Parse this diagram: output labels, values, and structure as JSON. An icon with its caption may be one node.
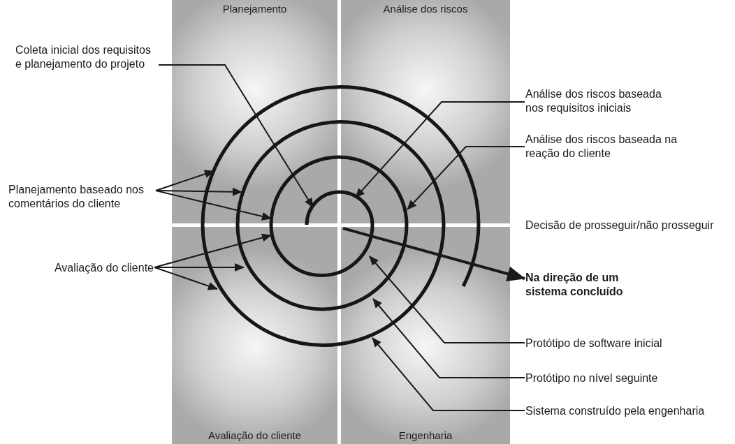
{
  "diagram": {
    "nodes": [
      {
        "text": [
          "Planejamento"
        ]
      },
      {
        "text": [
          "Análise dos riscos"
        ]
      },
      {
        "text": [
          "Avaliação do cliente"
        ]
      },
      {
        "text": [
          "Engenharia"
        ]
      },
      {
        "text": [
          "Coleta inicial dos requisitos e planejamento do projeto"
        ]
      },
      {
        "text": [
          "Análise dos riscos baseada nos requisitos iniciais"
        ]
      },
      {
        "text": [
          "Análise dos riscos baseada na reação do cliente"
        ]
      },
      {
        "text": [
          "Planejamento baseado nos comentários do cliente"
        ]
      },
      {
        "text": [
          "Avaliação do cliente"
        ]
      },
      {
        "text": [
          "Protótipo de software inicial"
        ]
      },
      {
        "text": [
          "Protótipo no nível seguinte"
        ]
      },
      {
        "text": [
          "Sistema construído pela engenharia"
        ]
      },
      {
        "text": [
          "Na direção de um sistema concluído"
        ]
      }
    ],
    "edges": [
      {
        "from": 4,
        "to": 0,
        "arrow": "to"
      },
      {
        "from": 5,
        "to": 1,
        "arrow": "to"
      },
      {
        "from": 6,
        "to": 1,
        "arrow": "to"
      },
      {
        "from": 7,
        "to": 0,
        "arrow": "to"
      },
      {
        "from": 7,
        "to": 0,
        "arrow": "to"
      },
      {
        "from": 7,
        "to": 0,
        "arrow": "to"
      },
      {
        "from": 8,
        "to": 2,
        "arrow": "to"
      },
      {
        "from": 8,
        "to": 2,
        "arrow": "to"
      },
      {
        "from": 8,
        "to": 2,
        "arrow": "to"
      },
      {
        "from": 9,
        "to": 3,
        "arrow": "to"
      },
      {
        "from": 10,
        "to": 3,
        "arrow": "to"
      },
      {
        "from": 11,
        "to": 3,
        "arrow": "to"
      },
      {
        "from": 3,
        "to": 12,
        "arrow": "to",
        "style": "thick"
      }
    ],
    "labels": [
      "Decisão de prosseguir/não prosseguir"
    ]
  }
}
